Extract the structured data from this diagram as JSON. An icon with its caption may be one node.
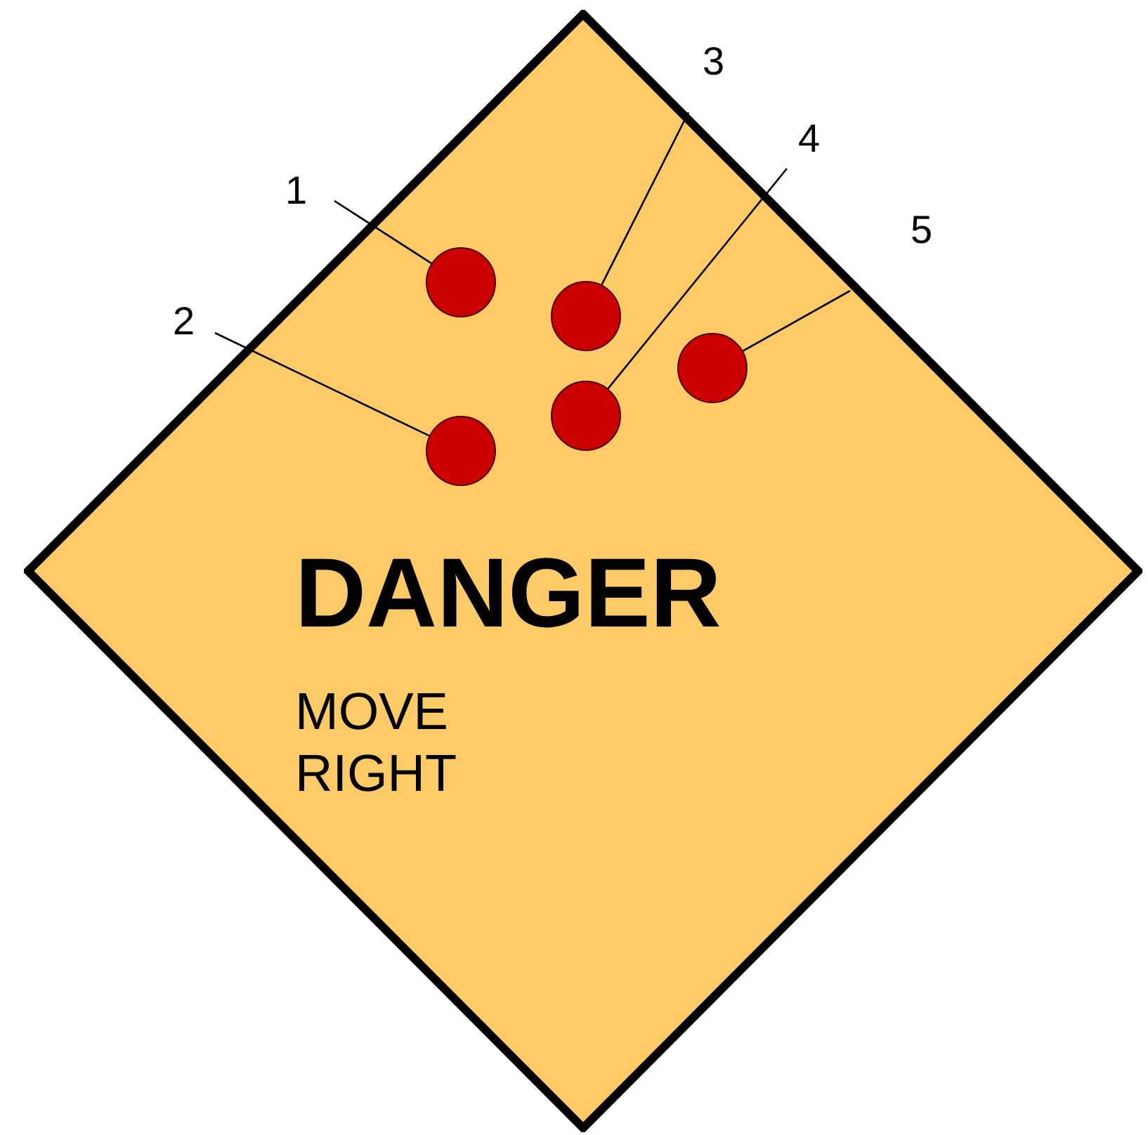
{
  "diagram": {
    "nodes": [
      {
        "text": [
          "DANGER",
          "MOVE RIGHT"
        ]
      },
      {
        "text": [],
        "shape": "circle",
        "in": 0
      },
      {
        "text": [],
        "shape": "circle",
        "in": 0
      },
      {
        "text": [],
        "shape": "circle",
        "in": 0
      },
      {
        "text": [],
        "shape": "circle",
        "in": 0
      },
      {
        "text": [],
        "shape": "circle",
        "in": 0
      },
      {
        "text": [
          "1"
        ]
      },
      {
        "text": [
          "2"
        ]
      },
      {
        "text": [
          "3"
        ]
      },
      {
        "text": [
          "4"
        ]
      },
      {
        "text": [
          "5"
        ]
      }
    ],
    "edges": [
      {
        "from": 6,
        "to": 1,
        "arrow": "none"
      },
      {
        "from": 7,
        "to": 2,
        "arrow": "none"
      },
      {
        "from": 8,
        "to": 3,
        "arrow": "none"
      },
      {
        "from": 9,
        "to": 4,
        "arrow": "none"
      },
      {
        "from": 10,
        "to": 5,
        "arrow": "none"
      }
    ]
  }
}
